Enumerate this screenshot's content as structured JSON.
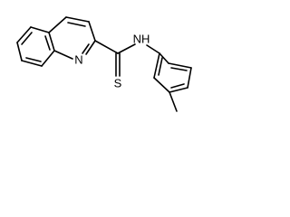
{
  "molecule": {
    "atoms": {
      "nitrogen_ring": "N",
      "nitrogen_amide": "NH",
      "sulfur": "S"
    },
    "colors": {
      "bond": "#000000",
      "label": "#000000",
      "background": "#ffffff"
    }
  }
}
